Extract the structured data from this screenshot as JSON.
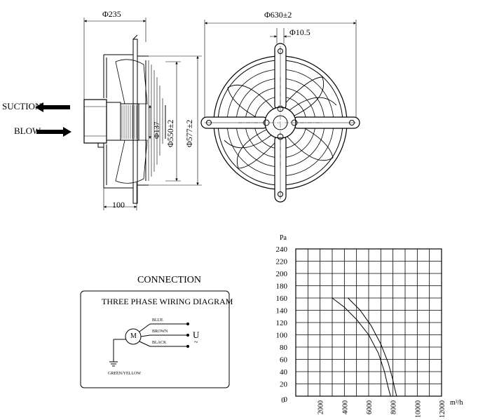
{
  "side_view": {
    "dim_depth": "Φ235",
    "dim_flange": "100",
    "dim_hub": "Φ137",
    "dim_blade": "Φ550±2",
    "dim_ring": "Φ577±2",
    "suction_label": "SUCTION",
    "blow_label": "BLOW"
  },
  "front_view": {
    "dim_outer": "Φ630±2",
    "dim_hole": "Φ10.5"
  },
  "connection": {
    "title": "CONNECTION",
    "box_title": "THREE PHASE WIRING DIAGRAM",
    "motor_label": "M",
    "wire_blue": "BLUE",
    "wire_brown": "BROWN",
    "wire_black": "BLACK",
    "wire_ground": "GREEN/YELLOW",
    "voltage_label": "U",
    "voltage_symbol": "~"
  },
  "chart_data": {
    "type": "line",
    "title": "",
    "xlabel": "m³/h",
    "ylabel": "Pa",
    "xlim": [
      0,
      12000
    ],
    "ylim": [
      0,
      240
    ],
    "x_ticks": [
      "0",
      "2000",
      "4000",
      "6000",
      "8000",
      "10000",
      "12000"
    ],
    "y_ticks": [
      "0",
      "20",
      "40",
      "60",
      "80",
      "100",
      "120",
      "140",
      "160",
      "180",
      "200",
      "220",
      "240"
    ],
    "grid": true,
    "series": [
      {
        "x": [
          3000,
          4000,
          5000,
          6000,
          6800,
          7300,
          7600,
          7800
        ],
        "y": [
          160,
          145,
          125,
          100,
          70,
          40,
          15,
          0
        ]
      },
      {
        "x": [
          4300,
          5300,
          6200,
          7000,
          7600,
          7950,
          8150,
          8300
        ],
        "y": [
          160,
          140,
          115,
          85,
          55,
          30,
          12,
          0
        ]
      }
    ]
  }
}
